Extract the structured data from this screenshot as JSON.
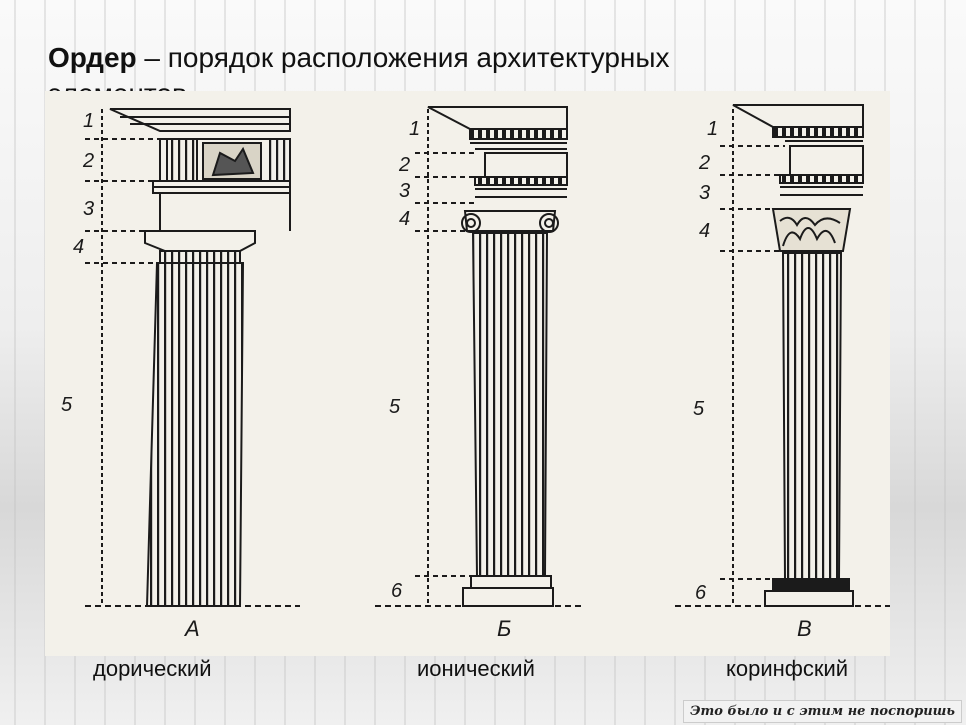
{
  "title": {
    "bold": "Ордер",
    "rest": " – порядок расположения архитектурных элементов"
  },
  "diagram": {
    "numbers": [
      "1",
      "2",
      "3",
      "4",
      "5",
      "6"
    ],
    "column_letters": [
      "А",
      "Б",
      "В"
    ]
  },
  "captions": [
    "дорический",
    "ионический",
    "коринфский"
  ],
  "badge": "Это было и с этим не поспоришь"
}
